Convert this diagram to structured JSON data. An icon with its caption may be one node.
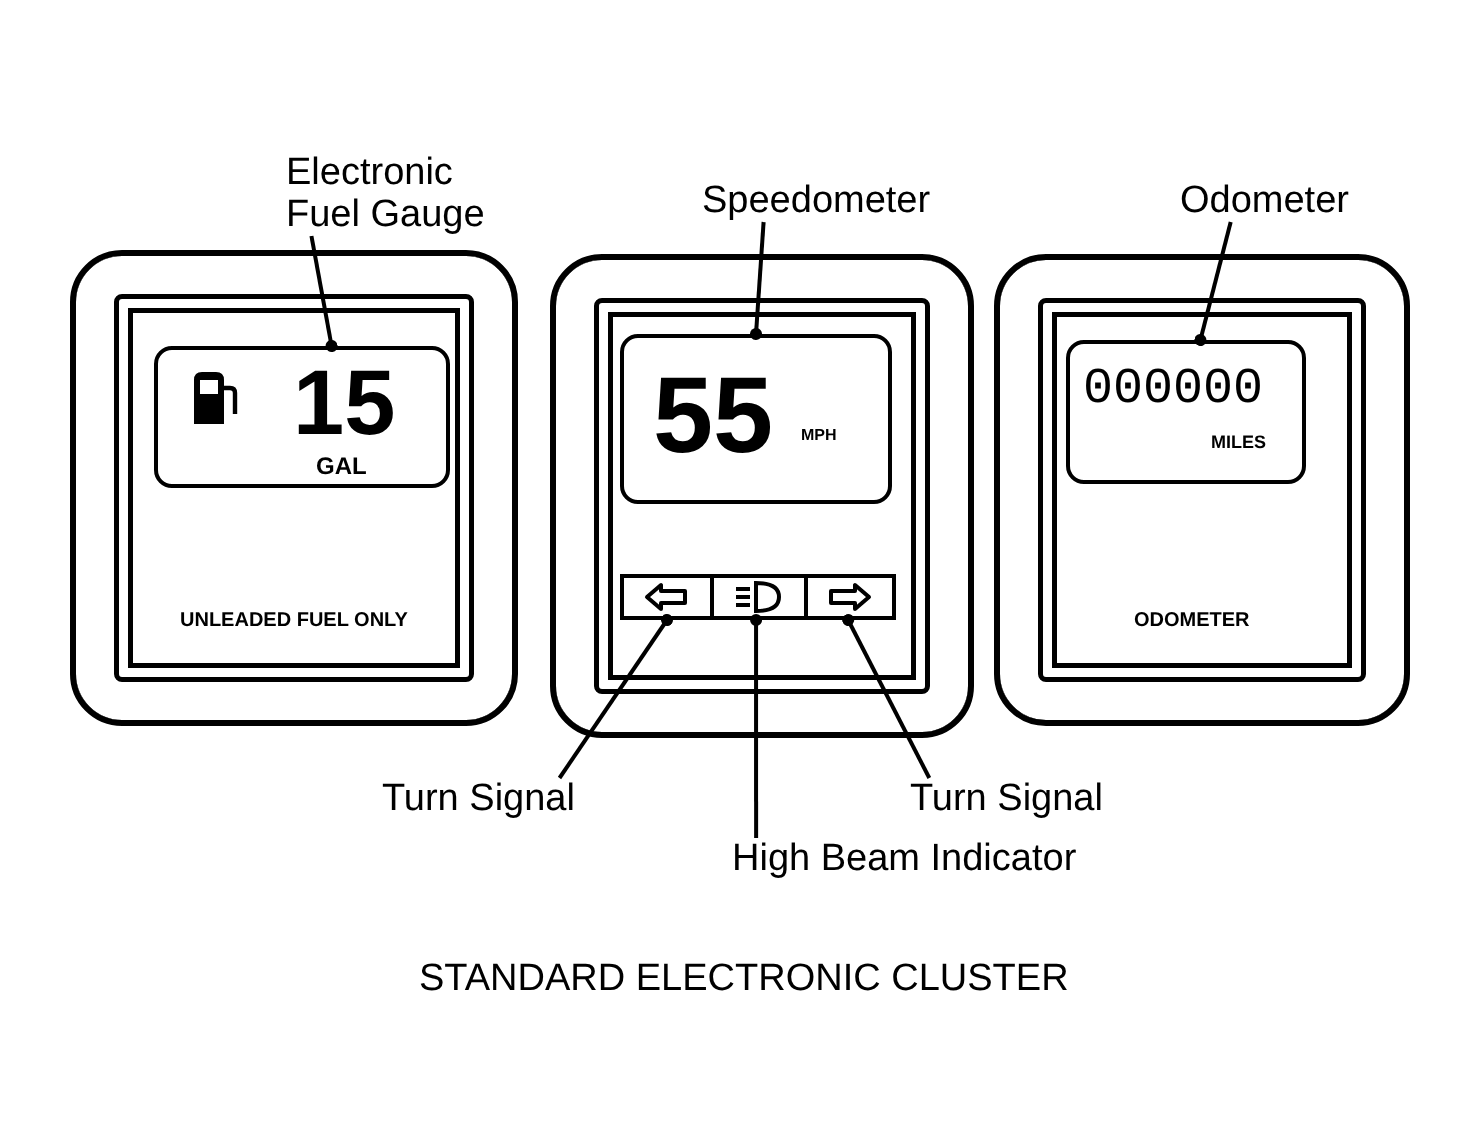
{
  "diagram": {
    "caption": "STANDARD ELECTRONIC CLUSTER",
    "nodes": [
      {
        "text": [
          "Electronic Fuel Gauge"
        ]
      },
      {
        "text": [
          "Speedometer"
        ]
      },
      {
        "text": [
          "Odometer"
        ]
      },
      {
        "text": [
          "UNLEADED FUEL ONLY"
        ]
      },
      {
        "text": [
          "15",
          "GAL"
        ],
        "in": 3
      },
      {
        "text": [],
        "shape": "box"
      },
      {
        "text": [
          "55",
          "MPH"
        ],
        "in": 5
      },
      {
        "text": [],
        "shape": "box",
        "in": 5
      },
      {
        "text": [],
        "shape": "box",
        "in": 5
      },
      {
        "text": [],
        "shape": "box",
        "in": 5
      },
      {
        "text": [
          "ODOMETER"
        ]
      },
      {
        "text": [
          "000000",
          "MILES"
        ],
        "in": 10
      },
      {
        "text": [
          "Turn Signal"
        ]
      },
      {
        "text": [
          "Turn Signal"
        ]
      },
      {
        "text": [
          "High Beam Indicator"
        ]
      }
    ],
    "edges": [
      {
        "from": 0,
        "to": 4,
        "arrow": "other"
      },
      {
        "from": 1,
        "to": 6,
        "arrow": "other"
      },
      {
        "from": 2,
        "to": 11,
        "arrow": "other"
      },
      {
        "from": 12,
        "to": 7,
        "arrow": "other"
      },
      {
        "from": 13,
        "to": 9,
        "arrow": "other"
      },
      {
        "from": 14,
        "to": 8,
        "arrow": "other"
      }
    ]
  }
}
